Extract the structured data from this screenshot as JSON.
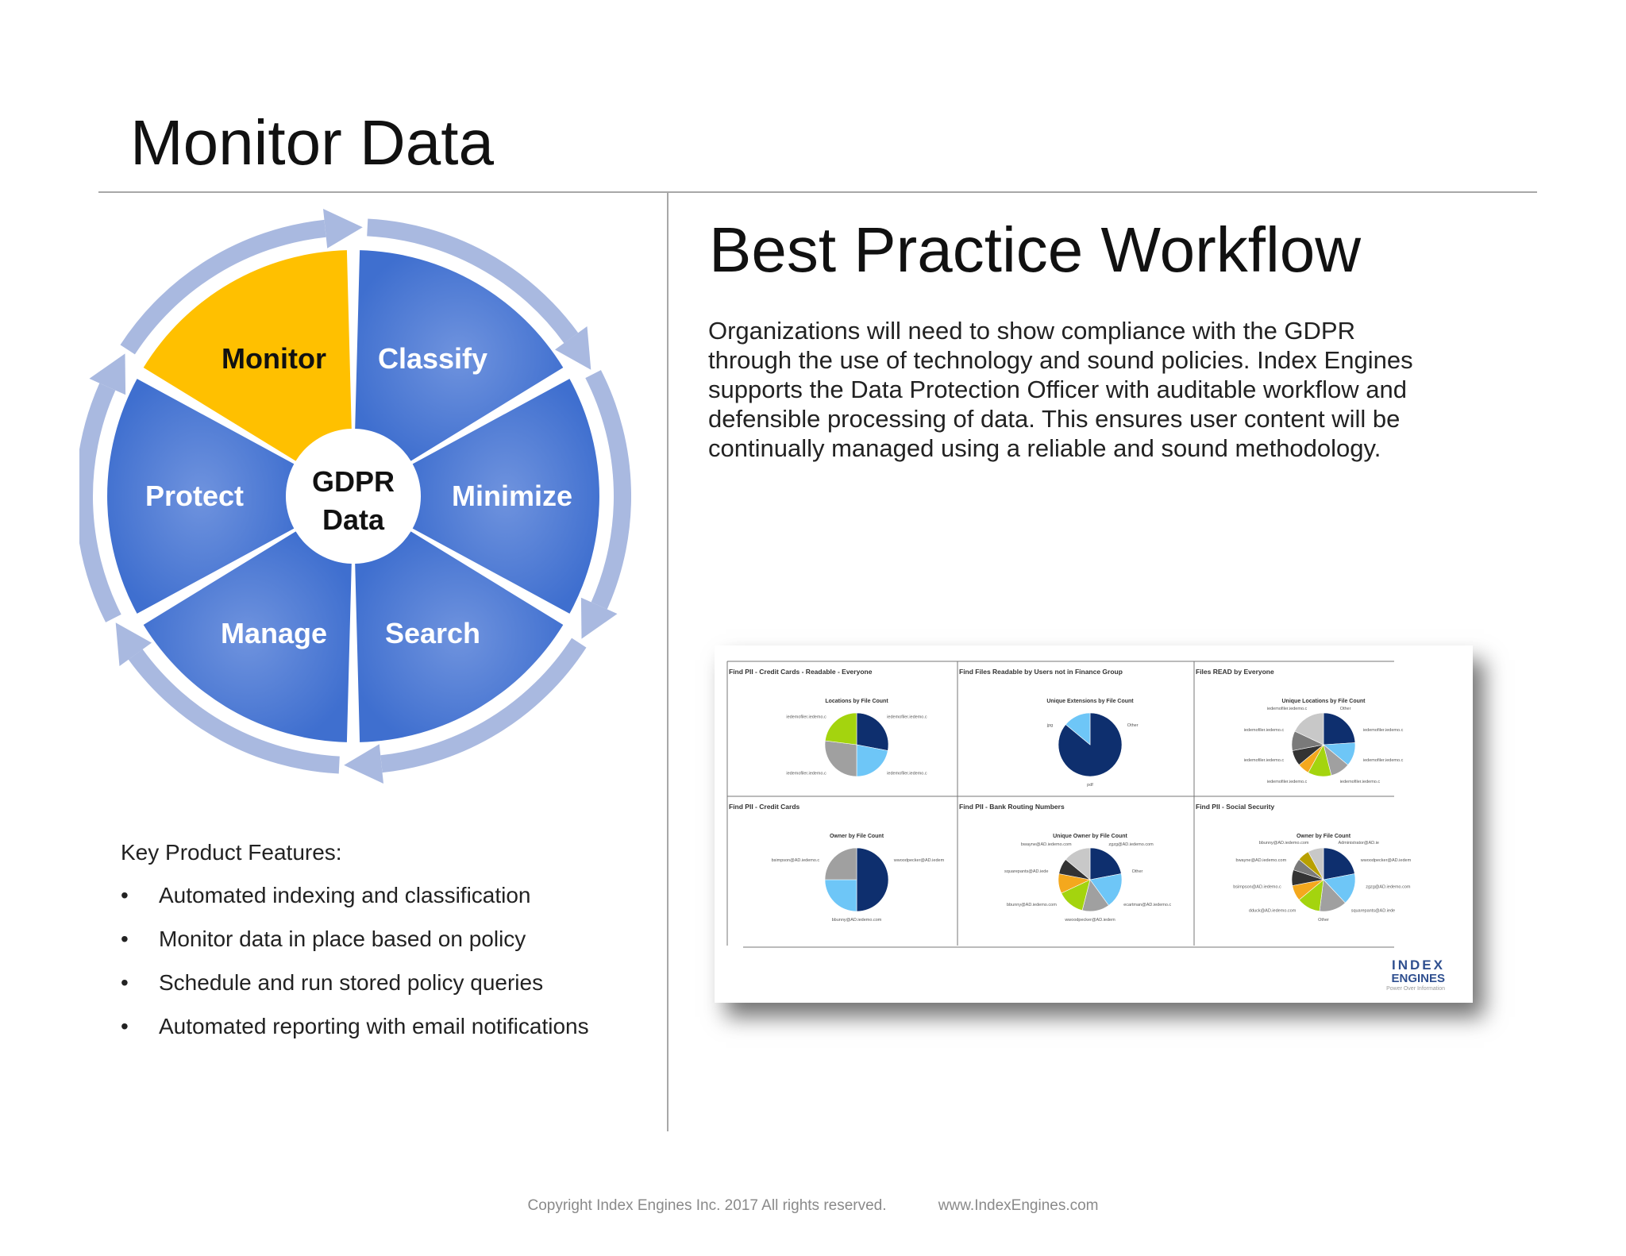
{
  "slide": {
    "title": "Monitor Data"
  },
  "cycle": {
    "center_line1": "GDPR",
    "center_line2": "Data",
    "segments": [
      "Monitor",
      "Classify",
      "Minimize",
      "Search",
      "Manage",
      "Protect"
    ],
    "active_segment": "Monitor",
    "colors": {
      "active": "#FFC000",
      "segment": "#3F6FCF",
      "arrow": "#A9B9E0",
      "active_text": "#111111",
      "text": "#ffffff"
    }
  },
  "workflow": {
    "title": "Best Practice Workflow",
    "body": "Organizations will need to show compliance with the GDPR through the use of technology and sound policies.  Index Engines supports the Data Protection Officer with auditable workflow and defensible processing of data.  This ensures user content will be continually managed using a reliable and sound methodology."
  },
  "features": {
    "heading": "Key Product Features:",
    "bullet": "•",
    "items": [
      "Automated indexing and classification",
      "Monitor data in place based on policy",
      "Schedule and run stored policy queries",
      "Automated reporting with email notifications"
    ]
  },
  "report": {
    "panels": [
      {
        "title": "Find PII - Credit Cards - Readable - Everyone",
        "subtitle": "Locations by File Count",
        "labels": [
          "iedemofiler.iedemo.c",
          "iedemofiler.iedemo.c",
          "iedemofiler.iedemo.c",
          "iedemofiler.iedemo.c"
        ]
      },
      {
        "title": "Find Files Readable by Users not in Finance Group",
        "subtitle": "Unique Extensions by File Count",
        "labels": [
          "Other",
          "pdf",
          "jpg"
        ]
      },
      {
        "title": "Files READ by Everyone",
        "subtitle": "Unique Locations by File Count",
        "labels": [
          "Other",
          "iedemofiler.iedemo.c",
          "iedemofiler.iedemo.c",
          "iedemofiler.iedemo.c",
          "iedemofiler.iedemo.c",
          "iedemofiler.iedemo.c",
          "iedemofiler.iedemo.c",
          "iedemofiler.iedemo.c"
        ]
      },
      {
        "title": "Find PII - Credit Cards",
        "subtitle": "Owner by File Count",
        "labels": [
          "wwoodpecker@AD.iedem",
          "bbunny@AD.iedemo.com",
          "bsimpson@AD.iedemo.c"
        ]
      },
      {
        "title": "Find PII - Bank Routing Numbers",
        "subtitle": "Unique Owner by File Count",
        "labels": [
          "zgzg@AD.iedemo.com",
          "Other",
          "ecartman@AD.iedemo.c",
          "wwoodpecker@AD.iedem",
          "bbunny@AD.iedemo.com",
          "squarepants@AD.iede",
          "bwayne@AD.iedemo.com"
        ]
      },
      {
        "title": "Find PII - Social Security",
        "subtitle": "Owner by File Count",
        "labels": [
          "Administrator@AD.ie",
          "wwoodpecker@AD.iedem",
          "zgzg@AD.iedemo.com",
          "squarepants@AD.iede",
          "Other",
          "dduck@AD.iedemo.com",
          "bsimpson@AD.iedemo.c",
          "bwayne@AD.iedemo.com",
          "bbunny@AD.iedemo.com"
        ]
      }
    ],
    "logo_line1": "INDEX",
    "logo_line2": "ENGINES",
    "logo_tagline": "Power Over Information"
  },
  "footer": {
    "copyright": "Copyright Index Engines Inc.  2017   All rights reserved.",
    "website": "www.IndexEngines.com"
  }
}
